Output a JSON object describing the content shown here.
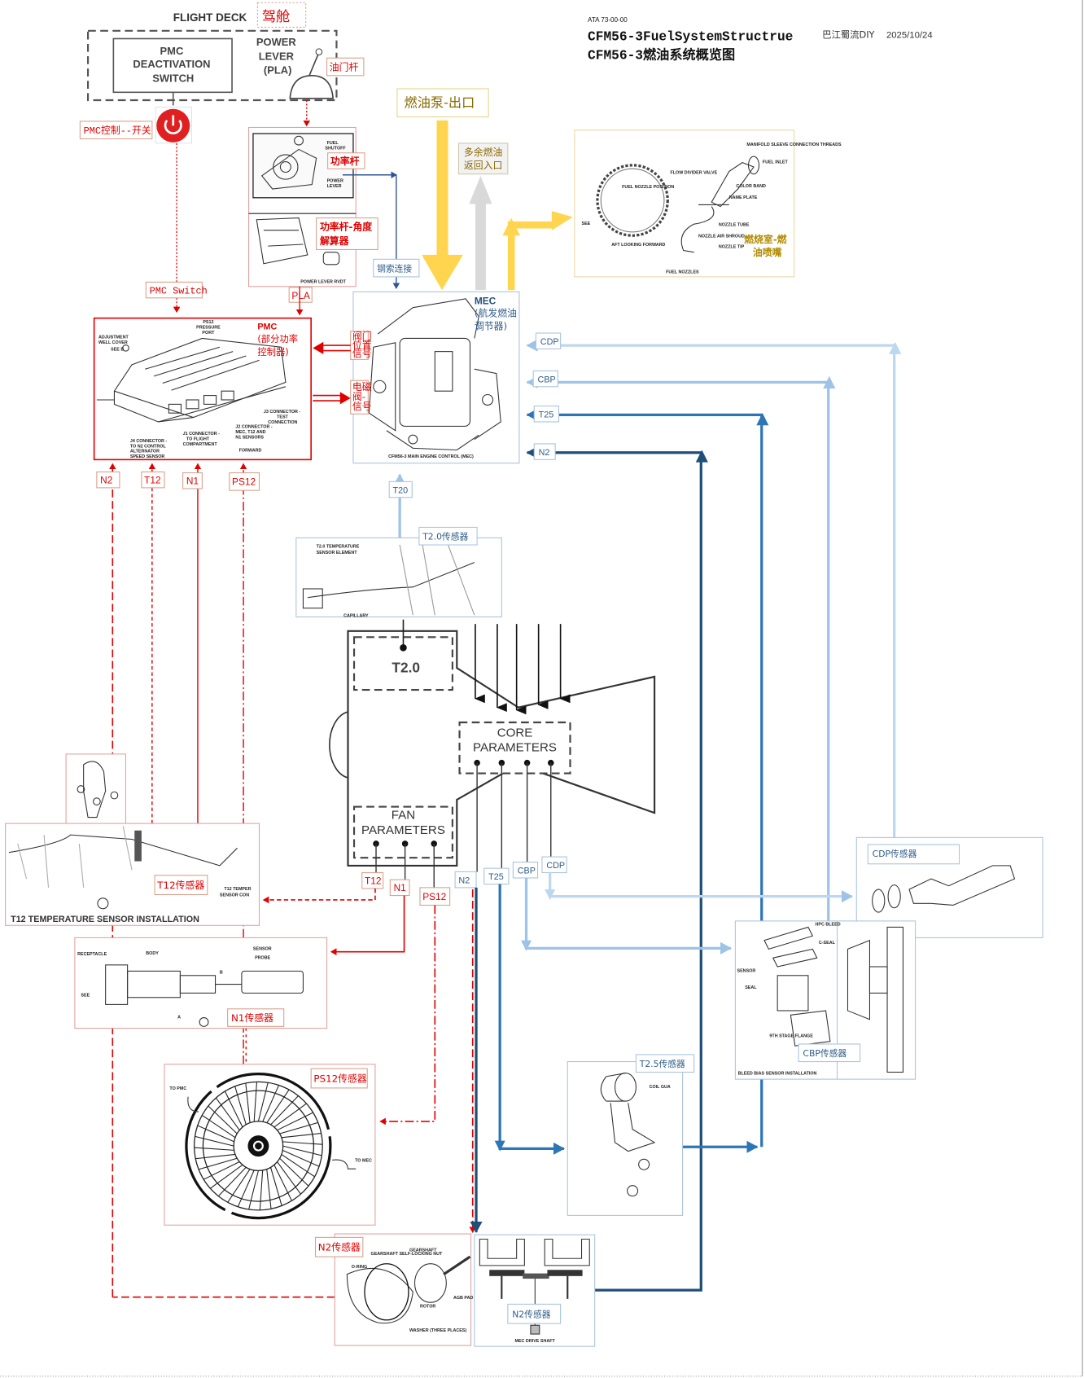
{
  "header": {
    "ata": "ATA 73-00-00",
    "title_en": "CFM56-3FuelSystemStructrue",
    "title_cn": "CFM56-3燃油系统概览图",
    "author": "巴江蜀流DIY",
    "date": "2025/10/24"
  },
  "flight_deck": {
    "title": "FLIGHT DECK",
    "title_cn": "驾舱",
    "pmc_switch_lines": [
      "PMC",
      "DEACTIVATION",
      "SWITCH"
    ],
    "power_lever_lines": [
      "POWER",
      "LEVER",
      "(PLA)"
    ],
    "throttle_cn": "油门杆",
    "pmc_switch_cn": "PMC控制--开关"
  },
  "power_lever": {
    "fuel_shutoff": [
      "FUEL",
      "SHUTOFF"
    ],
    "power_lever": [
      "POWER",
      "LEVER"
    ],
    "label_cn": "功率杆",
    "resolver_cn": [
      "功率杆-角度",
      "解算器"
    ],
    "rvdt": "POWER LEVER RVDT",
    "cable_cn": "钢索连接",
    "pla": "PLA"
  },
  "fuel": {
    "pump_outlet": "燃油泵-出口",
    "return_inlet": [
      "多余燃油",
      "返回入口"
    ],
    "nozzle_cn": [
      "燃烧室-燃",
      "油喷嘴"
    ],
    "nozzle_caption": "FUEL NOZZLES",
    "nozzle_labels": [
      "FLOW DIVIDER VALVE",
      "FUEL NOZZLE POSITION",
      "AFT LOOKING FORWARD",
      "MANIFOLD SLEEVE CONNECTION THREADS",
      "FUEL INLET",
      "COLOR BAND",
      "NAME PLATE",
      "NOZZLE TUBE",
      "NOZZLE AIR SHROUD",
      "NOZZLE TIP",
      "SEE"
    ]
  },
  "pmc": {
    "name": "PMC",
    "name_cn": [
      "(部分功率",
      "控制器)"
    ],
    "switch_label": "PMC Switch",
    "ps12_port": [
      "PS12",
      "PRESSURE",
      "PORT"
    ],
    "adjust": [
      "ADJUSTMENT",
      "WELL COVER"
    ],
    "see_b": "SEE B",
    "j3": [
      "J3 CONNECTOR -",
      "TEST",
      "CONNECTION"
    ],
    "j2": [
      "J2 CONNECTOR -",
      "MEC, T12 AND",
      "N1 SENSORS"
    ],
    "j1": [
      "J1 CONNECTOR -",
      "TO FLIGHT",
      "COMPARTMENT"
    ],
    "j4": [
      "J4 CONNECTOR -",
      "TO N2 CONTROL",
      "ALTERNATOR",
      "SPEED SENSOR"
    ],
    "forward": "FORWARD",
    "valve_pos_cn": [
      "阀门",
      "位置",
      "信号"
    ],
    "solenoid_cn": [
      "电磁",
      "阀-",
      "信号"
    ]
  },
  "mec": {
    "name": "MEC",
    "name_cn": [
      "(航发燃油",
      "调节器)"
    ],
    "caption": "CFM56-3 MAIN ENGINE CONTROL (MEC)",
    "inputs": [
      "CDP",
      "CBP",
      "T25",
      "N2"
    ],
    "t20": "T20"
  },
  "t20_sensor": {
    "label_cn": "T2.0传感器",
    "element": [
      "T2.0 TEMPERATURE",
      "SENSOR ELEMENT"
    ],
    "capillary": "CAPILLARY"
  },
  "engine": {
    "t20": "T2.0",
    "core": [
      "CORE",
      "PARAMETERS"
    ],
    "fan": [
      "FAN",
      "PARAMETERS"
    ],
    "fan_outputs": [
      "T12",
      "N1",
      "PS12"
    ],
    "core_outputs": [
      "N2",
      "T25",
      "CBP",
      "CDP"
    ]
  },
  "pmc_inputs": [
    "N2",
    "T12",
    "N1",
    "PS12"
  ],
  "sensors": {
    "t12": {
      "label_cn": "T12传感器",
      "caption": "T12 TEMPERATURE SENSOR INSTALLATION",
      "note": [
        "T12 TEMPER",
        "SENSOR CON"
      ]
    },
    "n1": {
      "label_cn": "N1传感器",
      "labels": [
        "RECEPTACLE",
        "BODY",
        "SENSOR",
        "PROBE",
        "SEE",
        "A",
        "B"
      ]
    },
    "ps12": {
      "label_cn": "PS12传感器",
      "to_pmc": "TO PMC",
      "to_mec": "TO MEC"
    },
    "n2": {
      "label_cn": "N2传感器",
      "labels": [
        "GEARSHAFT SELF-LOCKING NUT",
        "GEARSHAFT",
        "O-RING",
        "ROTOR",
        "AGB PAD",
        "WASHER (THREE PLACES)"
      ]
    },
    "n2_mec": {
      "label_cn": "N2传感器",
      "caption": "MEC DRIVE SHAFT"
    },
    "t25": {
      "label_cn": "T2.5传感器",
      "coil": "COIL GUA"
    },
    "cdp": {
      "label_cn": "CDP传感器"
    },
    "cbp": {
      "label_cn": "CBP传感器",
      "caption": "BLEED BIAS SENSOR INSTALLATION",
      "labels": [
        "HPC BLEED",
        "C-SEAL",
        "SENSOR",
        "SEAL",
        "9TH STAGE FLANGE"
      ]
    }
  },
  "colors": {
    "red": "#e00000",
    "light_blue": "#9dc3e6",
    "mid_blue": "#2e75b6",
    "dark_blue": "#1f4e79",
    "yellow": "#ffd54f",
    "gray": "#d9d9d9",
    "gold_text": "#b08a00"
  }
}
